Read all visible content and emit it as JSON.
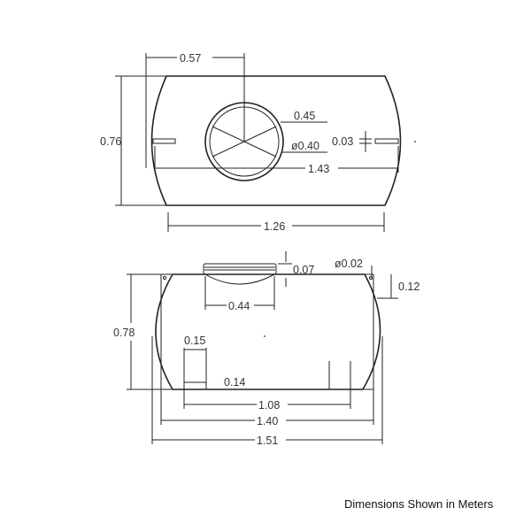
{
  "top_view": {
    "dims": {
      "offset": "0.57",
      "width": "0.76",
      "outer_diameter": "0.45",
      "inner_diameter": "ø0.40",
      "slot": "0.03",
      "slot_span": "1.43",
      "flat_length": "1.26"
    }
  },
  "side_view": {
    "dims": {
      "cap_height": "0.07",
      "hole": "ø0.02",
      "lug": "0.12",
      "height": "0.78",
      "cap_width": "0.44",
      "leg_width": "0.15",
      "leg_gap": "0.14",
      "leg_span": "1.08",
      "base_length": "1.40",
      "overall_length": "1.51"
    }
  },
  "caption": "Dimensions Shown in Meters"
}
